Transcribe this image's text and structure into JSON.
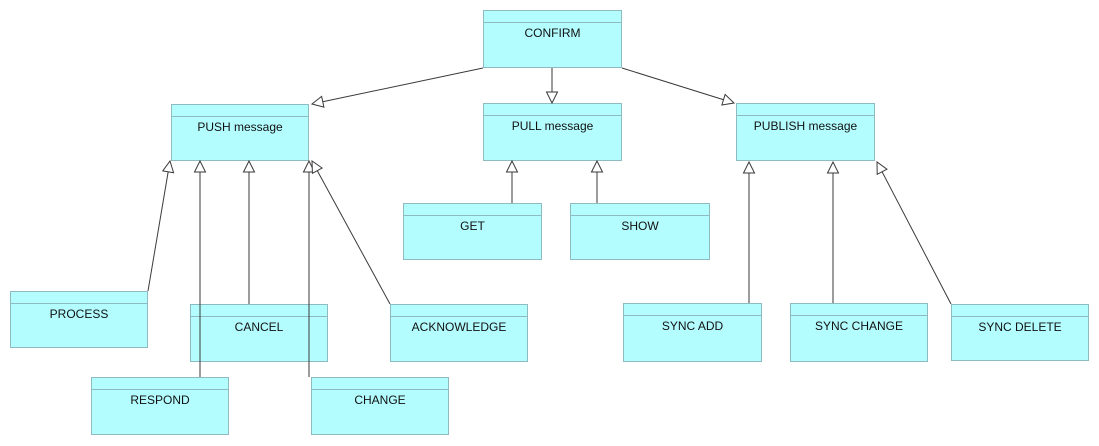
{
  "diagram": {
    "type": "uml-class-generalization-hierarchy",
    "background_color": "#FFFFFF",
    "node_fill_color": "#B4FDFF",
    "node_border_color": "#8FBAC0",
    "edge_color": "#3A3A3A",
    "arrowhead_style": "hollow-triangle",
    "nodes": {
      "confirm": {
        "label": "CONFIRM"
      },
      "push": {
        "label": "PUSH message"
      },
      "pull": {
        "label": "PULL message"
      },
      "publish": {
        "label": "PUBLISH message"
      },
      "get": {
        "label": "GET"
      },
      "show": {
        "label": "SHOW"
      },
      "process": {
        "label": "PROCESS"
      },
      "cancel": {
        "label": "CANCEL"
      },
      "acknowledge": {
        "label": "ACKNOWLEDGE"
      },
      "respond": {
        "label": "RESPOND"
      },
      "change": {
        "label": "CHANGE"
      },
      "sync_add": {
        "label": "SYNC ADD"
      },
      "sync_change": {
        "label": "SYNC CHANGE"
      },
      "sync_delete": {
        "label": "SYNC DELETE"
      }
    },
    "edges": [
      {
        "source": "confirm",
        "target": "push",
        "arrowhead_at": "target"
      },
      {
        "source": "confirm",
        "target": "pull",
        "arrowhead_at": "target"
      },
      {
        "source": "confirm",
        "target": "publish",
        "arrowhead_at": "target"
      },
      {
        "source": "process",
        "target": "push",
        "arrowhead_at": "target"
      },
      {
        "source": "respond",
        "target": "push",
        "arrowhead_at": "target"
      },
      {
        "source": "cancel",
        "target": "push",
        "arrowhead_at": "target"
      },
      {
        "source": "change",
        "target": "push",
        "arrowhead_at": "target"
      },
      {
        "source": "acknowledge",
        "target": "push",
        "arrowhead_at": "target"
      },
      {
        "source": "get",
        "target": "pull",
        "arrowhead_at": "target"
      },
      {
        "source": "show",
        "target": "pull",
        "arrowhead_at": "target"
      },
      {
        "source": "sync_add",
        "target": "publish",
        "arrowhead_at": "target"
      },
      {
        "source": "sync_change",
        "target": "publish",
        "arrowhead_at": "target"
      },
      {
        "source": "sync_delete",
        "target": "publish",
        "arrowhead_at": "target"
      }
    ]
  }
}
